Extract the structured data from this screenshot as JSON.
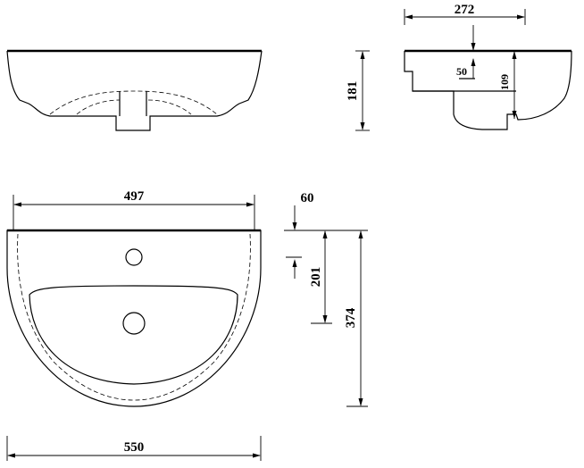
{
  "dimensions": {
    "side_width": "272",
    "side_depth_top": "50",
    "side_depth_bowl": "109",
    "front_height": "181",
    "top_inner_width": "497",
    "top_offset": "60",
    "top_tap_to_drain": "201",
    "top_depth": "374",
    "top_overall_width": "550"
  }
}
